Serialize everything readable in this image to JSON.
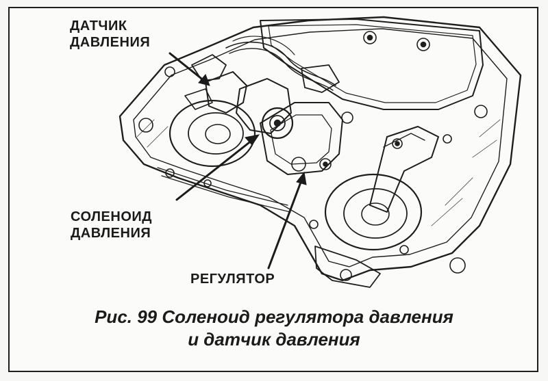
{
  "labels": {
    "pressure_sensor": [
      "ДАТЧИК",
      "ДАВЛЕНИЯ"
    ],
    "pressure_solenoid": [
      "СОЛЕНОИД",
      "ДАВЛЕНИЯ"
    ],
    "regulator": "РЕГУЛЯТОР"
  },
  "caption": {
    "line1": "Рис. 99 Соленоид регулятора давления",
    "line2": "и датчик давления"
  },
  "colors": {
    "ink": "#1b1b1b",
    "paper": "#fbfbf9"
  }
}
